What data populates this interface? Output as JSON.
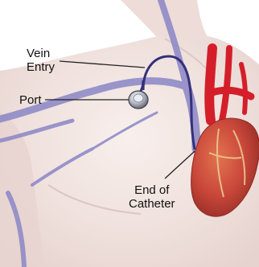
{
  "labels": {
    "vein_entry": [
      "Vein",
      "Entry"
    ],
    "port": "Port",
    "catheter_end": [
      "End of",
      "Catheter"
    ]
  },
  "colors": {
    "skin": "#f2e7e3",
    "vein": "#8a86c6",
    "catheter": "#34307a",
    "heart": "#c8443a",
    "artery": "#d41f2a"
  }
}
